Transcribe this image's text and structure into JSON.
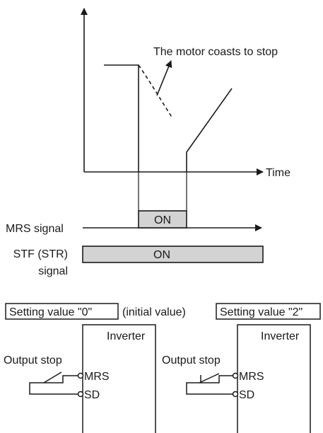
{
  "timing": {
    "annotation": "The motor coasts to stop",
    "x_axis_label": "Time",
    "mrs_signal": {
      "label": "MRS signal",
      "state": "ON"
    },
    "stf_signal": {
      "label_line1": "STF (STR)",
      "label_line2": "signal",
      "state": "ON"
    }
  },
  "circuits": {
    "left": {
      "setting_label": "Setting value \"0\"",
      "note": "(initial value)",
      "box_title": "Inverter",
      "output_label": "Output stop",
      "terminal_top": "MRS",
      "terminal_bottom": "SD",
      "contact_type": "normally-open"
    },
    "right": {
      "setting_label": "Setting value \"2\"",
      "box_title": "Inverter",
      "output_label": "Output stop",
      "terminal_top": "MRS",
      "terminal_bottom": "SD",
      "contact_type": "normally-closed"
    }
  },
  "colors": {
    "line": "#1a1a1a",
    "signal_fill": "#d3d3d3",
    "background": "#ffffff"
  }
}
